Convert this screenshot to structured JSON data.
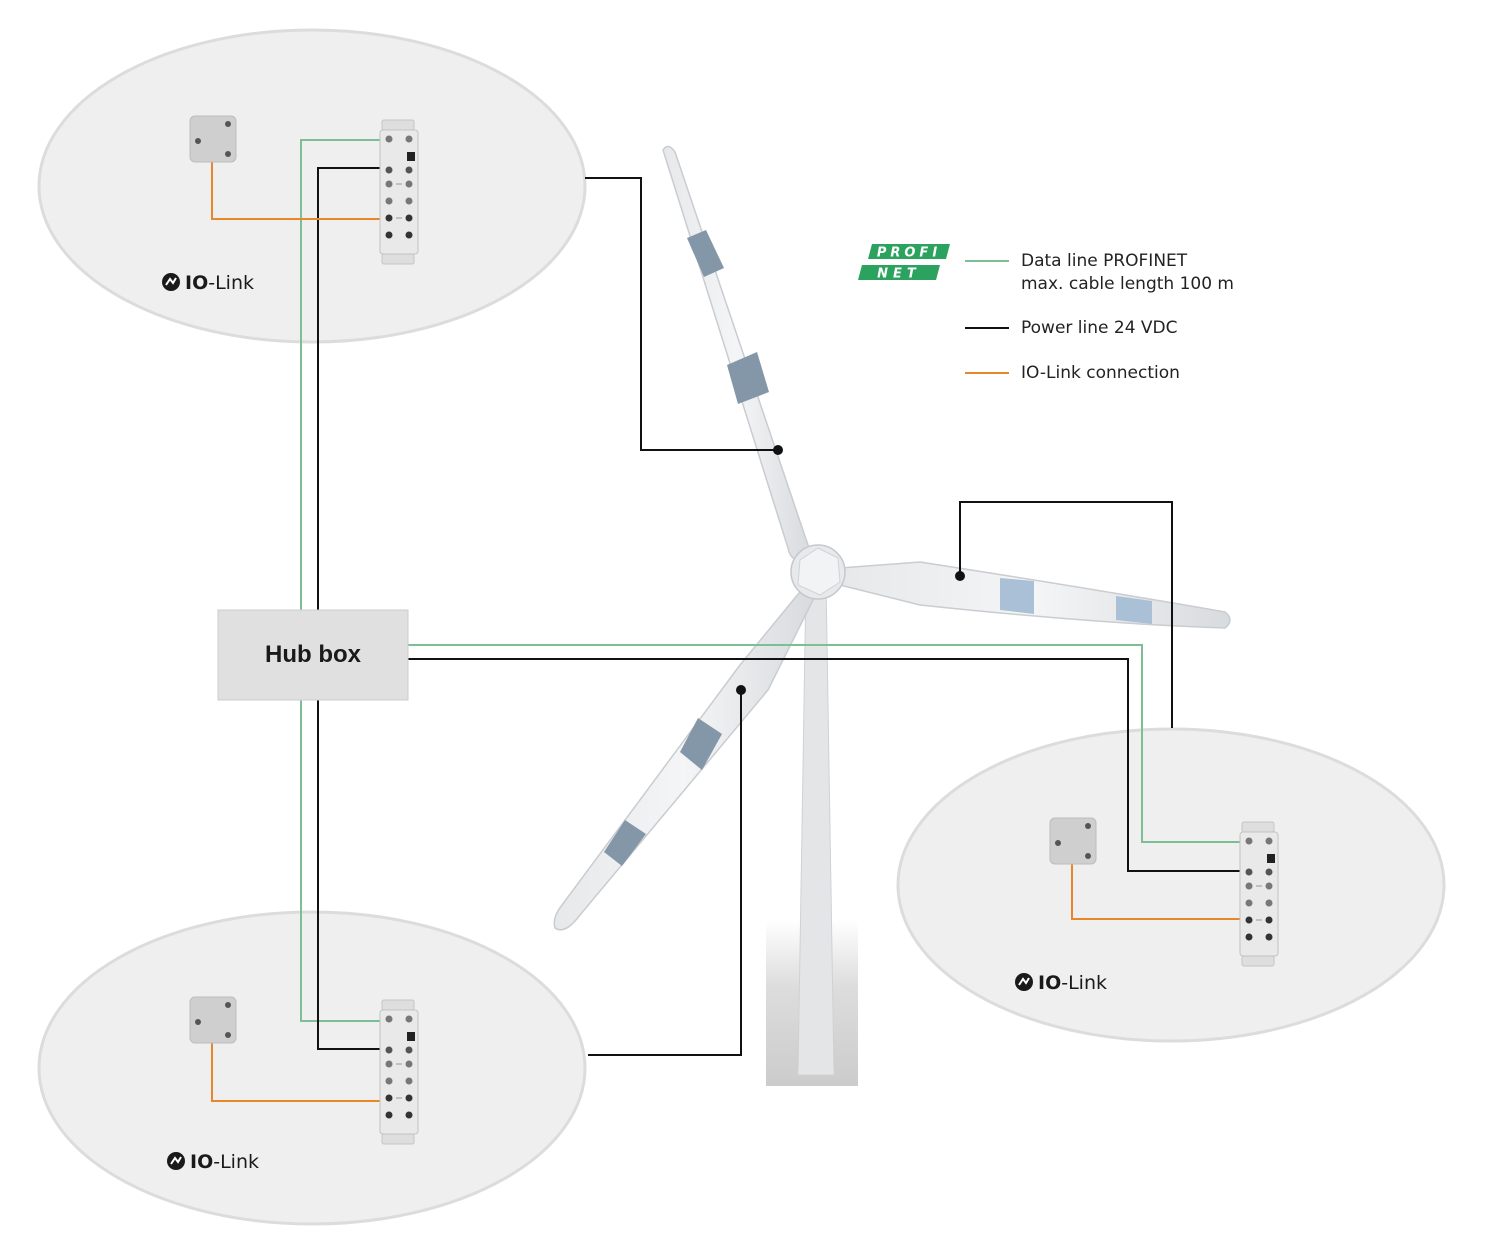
{
  "hub_box": {
    "label": "Hub box"
  },
  "legend": {
    "logo_text_top": "PROFI",
    "logo_text_bottom": "NET",
    "data_line": "Data line PROFINET",
    "data_line_note": "max. cable length 100 m",
    "power_line": "Power line 24 VDC",
    "iolink_line": "IO-Link connection"
  },
  "zones": [
    {
      "brand_bold": "IO",
      "brand_rest": "-Link"
    },
    {
      "brand_bold": "IO",
      "brand_rest": "-Link"
    },
    {
      "brand_bold": "IO",
      "brand_rest": "-Link"
    }
  ],
  "colors": {
    "data_line": "#7cbf96",
    "power_line": "#111111",
    "iolink_line": "#e8862a",
    "profinet_green": "#2ba25e",
    "zone_fill": "#efefef",
    "blade_band": "#8497a8",
    "blade_band_light": "#a9c0d6"
  },
  "icons": [
    "io-link-logo-icon",
    "profinet-logo-icon",
    "sensor-icon",
    "io-module-icon",
    "wind-turbine-icon"
  ]
}
